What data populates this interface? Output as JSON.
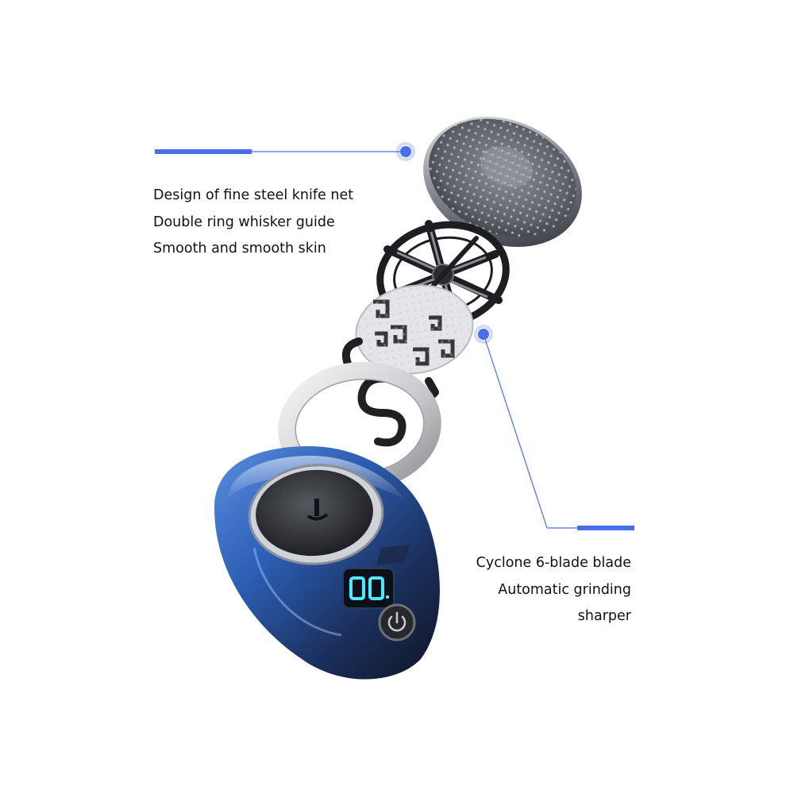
{
  "captions": {
    "top": [
      "Design of fine steel knife net",
      "Double ring whisker guide",
      "Smooth and smooth skin"
    ],
    "bottom": [
      "Cyclone 6-blade blade",
      "Automatic grinding",
      "sharper"
    ]
  },
  "colors": {
    "accent": "#4a6ee8",
    "body_blue": "#2f66b8",
    "dark": "#1e1f22",
    "mesh": "#6f737a",
    "ring": "#d9dadd",
    "display": "#4fe8ff",
    "text": "#111111"
  },
  "icons": [
    "power-icon"
  ]
}
